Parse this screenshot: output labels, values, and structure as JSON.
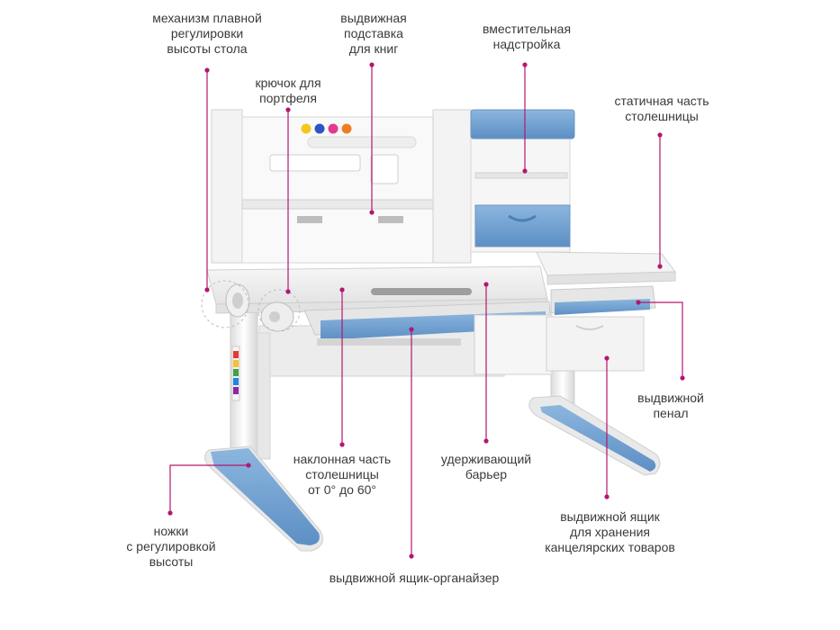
{
  "labels": {
    "lift_mechanism": "механизм плавной\nрегулировки\nвысоты стола",
    "book_stand": "выдвижная\nподставка\nдля книг",
    "superstructure": "вместительная\nнадстройка",
    "bag_hook": "крючок для\nпортфеля",
    "static_top": "статичная часть\nстолешницы",
    "pencil_drawer": "выдвижной\nпенал",
    "tilt_top": "наклонная часть\nстолешницы\nот 0° до 60°",
    "barrier": "удерживающий\nбарьер",
    "legs": "ножки\nс регулировкой\nвысоты",
    "storage_drawer": "выдвижной ящик\nдля хранения\nканцелярских товаров",
    "organizer_drawer": "выдвижной ящик-органайзер"
  },
  "colors": {
    "accent": "#b4176e",
    "desk_blue": "#6f9fd0",
    "desk_white": "#f2f2f2",
    "desk_gray": "#d3d3d3",
    "beads": [
      "#f2c81f",
      "#2c56c4",
      "#e5398e",
      "#f07d24"
    ]
  }
}
